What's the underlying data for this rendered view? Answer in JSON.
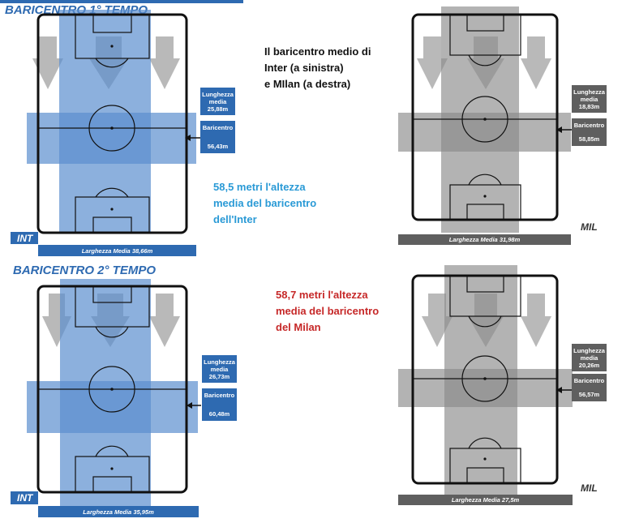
{
  "colors": {
    "inter_blue": "#2e6ab1",
    "inter_band": "#5b8fcf",
    "milan_grey": "#5f5f5f",
    "milan_band": "#8a8a8a",
    "arrow_grey": "#b9b9b9",
    "inter_note": "#2a9ad6",
    "milan_note": "#c62828"
  },
  "first_half": {
    "title": "BARICENTRO 1° TEMPO",
    "inter": {
      "tag": "INT",
      "length_label": "Lunghezza media",
      "length_value": "25,88m",
      "barycenter_label": "Baricentro",
      "barycenter_value": "56,43m",
      "width_label": "Larghezza Media 38,66m"
    },
    "milan": {
      "tag": "MIL",
      "length_label": "Lunghezza media",
      "length_value": "18,83m",
      "barycenter_label": "Baricentro",
      "barycenter_value": "58,85m",
      "width_label": "Larghezza Media 31,98m"
    }
  },
  "second_half": {
    "title": "BARICENTRO 2° TEMPO",
    "inter": {
      "tag": "INT",
      "length_label": "Lunghezza media",
      "length_value": "26,73m",
      "barycenter_label": "Baricentro",
      "barycenter_value": "60,48m",
      "width_label": "Larghezza Media 35,95m"
    },
    "milan": {
      "tag": "MIL",
      "length_label": "Lunghezza media",
      "length_value": "20,26m",
      "barycenter_label": "Baricentro",
      "barycenter_value": "56,57m",
      "width_label": "Larghezza Media 27,5m"
    }
  },
  "notes": {
    "intro_line1": "Il baricentro medio di",
    "intro_line2": "Inter (a sinistra)",
    "intro_line3": "e MIlan (a destra)",
    "inter_line1": "58,5 metri l'altezza",
    "inter_line2": "media del baricentro",
    "inter_line3": "dell'Inter",
    "milan_line1": "58,7 metri l'altezza",
    "milan_line2": "media del baricentro",
    "milan_line3": "del Milan"
  }
}
